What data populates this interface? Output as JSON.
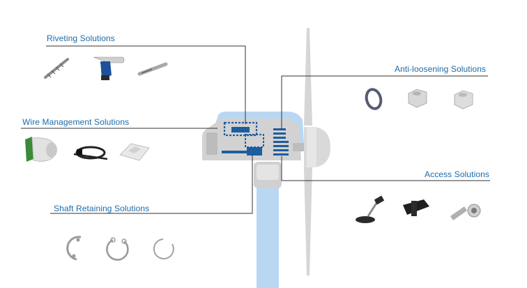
{
  "labels": {
    "riveting": "Riveting Solutions",
    "wire": "Wire Management Solutions",
    "shaft": "Shaft Retaining Solutions",
    "antiloosening": "Anti-loosening Solutions",
    "access": "Access Solutions"
  },
  "colors": {
    "label_text": "#1b6aa8",
    "tower_fill": "#b9d7f2",
    "nacelle_fill": "#d2d2d2",
    "component_blue": "#1e5d9e",
    "leader_line": "#333333"
  },
  "icons": {
    "riveting": [
      "screw-icon",
      "rivet-gun-icon",
      "blind-rivet-icon"
    ],
    "wire": [
      "cable-gland-icon",
      "cable-tie-icon",
      "tie-mount-icon"
    ],
    "shaft": [
      "internal-retaining-ring-icon",
      "external-retaining-ring-icon",
      "wire-retaining-ring-icon"
    ],
    "antiloosening": [
      "wave-washer-icon",
      "lock-nut-icon",
      "hex-nut-icon"
    ],
    "access": [
      "leveling-foot-icon",
      "hinge-icon",
      "latch-icon"
    ]
  }
}
